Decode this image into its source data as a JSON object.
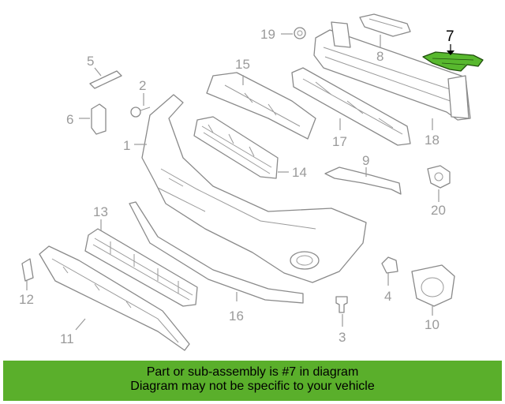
{
  "callouts": [
    {
      "id": "1",
      "label": "1"
    },
    {
      "id": "2",
      "label": "2"
    },
    {
      "id": "3",
      "label": "3"
    },
    {
      "id": "4",
      "label": "4"
    },
    {
      "id": "5",
      "label": "5"
    },
    {
      "id": "6",
      "label": "6"
    },
    {
      "id": "7",
      "label": "7",
      "highlighted": true
    },
    {
      "id": "8",
      "label": "8"
    },
    {
      "id": "9",
      "label": "9"
    },
    {
      "id": "10",
      "label": "10"
    },
    {
      "id": "11",
      "label": "11"
    },
    {
      "id": "12",
      "label": "12"
    },
    {
      "id": "13",
      "label": "13"
    },
    {
      "id": "14",
      "label": "14"
    },
    {
      "id": "15",
      "label": "15"
    },
    {
      "id": "16",
      "label": "16"
    },
    {
      "id": "17",
      "label": "17"
    },
    {
      "id": "18",
      "label": "18"
    },
    {
      "id": "19",
      "label": "19"
    },
    {
      "id": "20",
      "label": "20"
    }
  ],
  "banner": {
    "line1": "Part or sub-assembly is #7 in diagram",
    "line2": "Diagram may not be specific to your vehicle"
  },
  "colors": {
    "highlight_part": "#58b82e",
    "banner_bg": "#5aaf2b",
    "callout_gray": "#9a9a9a"
  }
}
